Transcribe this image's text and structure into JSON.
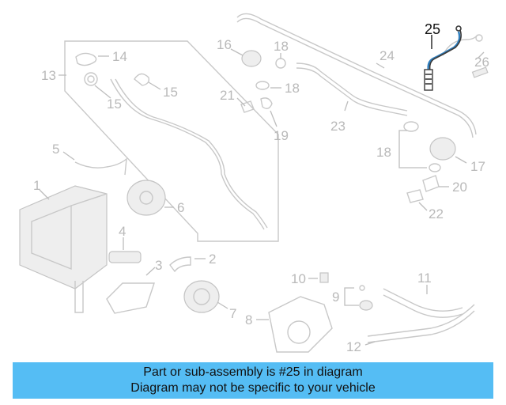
{
  "callouts": {
    "c1": "1",
    "c2": "2",
    "c3": "3",
    "c4": "4",
    "c5": "5",
    "c6": "6",
    "c7": "7",
    "c8": "8",
    "c9": "9",
    "c10": "10",
    "c11": "11",
    "c12": "12",
    "c13": "13",
    "c14": "14",
    "c15a": "15",
    "c15b": "15",
    "c16": "16",
    "c17": "17",
    "c18a": "18",
    "c18b": "18",
    "c18c": "18",
    "c19": "19",
    "c20": "20",
    "c21": "21",
    "c22": "22",
    "c23": "23",
    "c24": "24",
    "c25": "25",
    "c26": "26"
  },
  "highlight_color": "#2f7fbf",
  "banner": {
    "line1": "Part or sub-assembly is #25 in diagram",
    "line2": "Diagram may not be specific to your vehicle",
    "color": "#55bdf4"
  }
}
